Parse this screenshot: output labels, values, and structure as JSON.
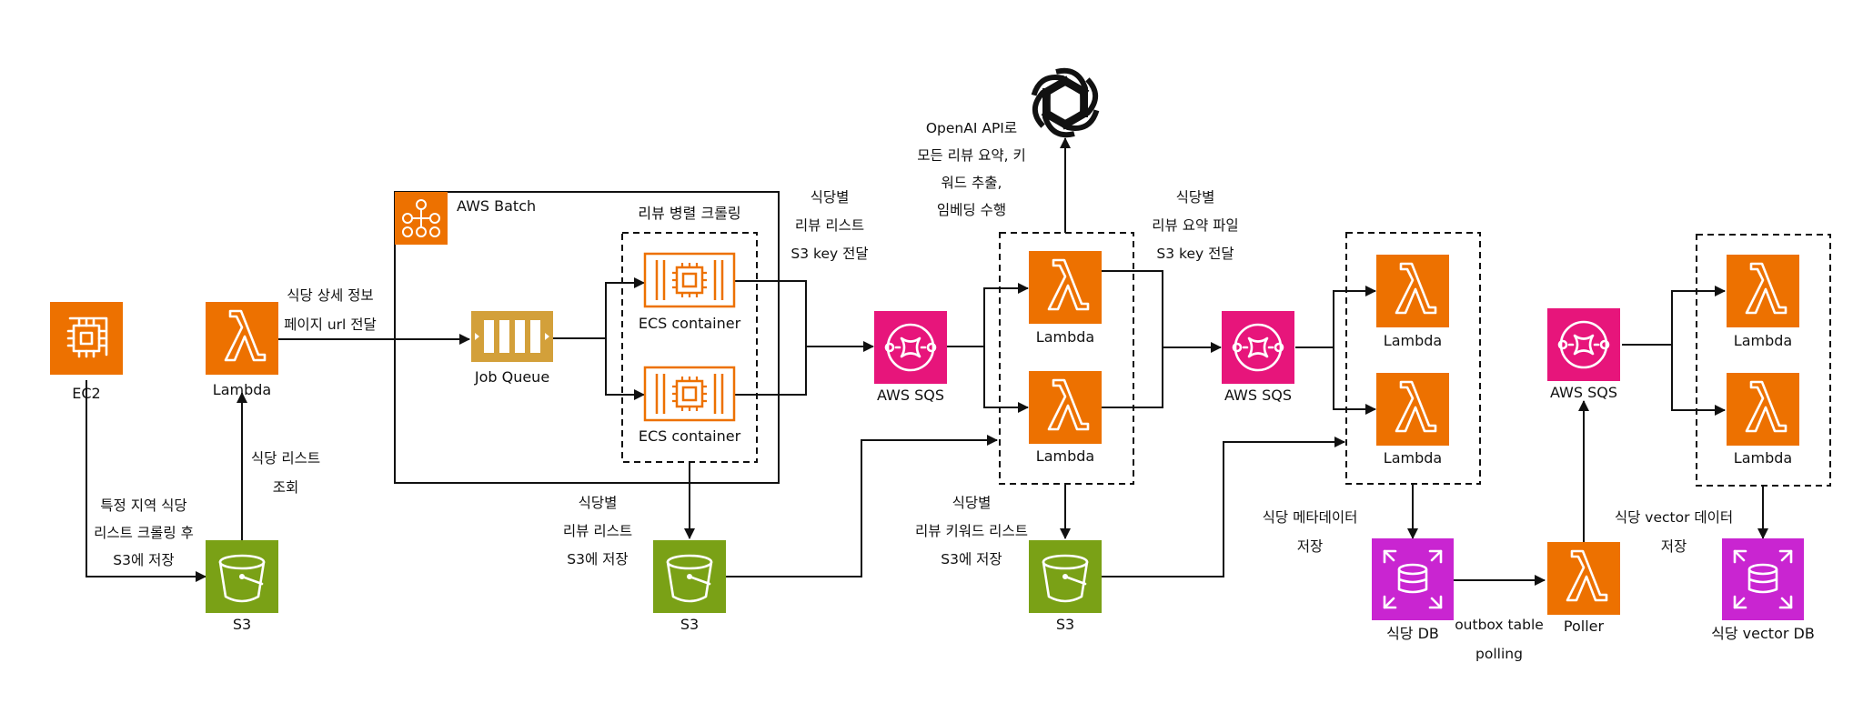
{
  "nodes": {
    "ec2": "EC2",
    "lambda_1": "Lambda",
    "s3_1": "S3",
    "job_queue": "Job Queue",
    "ecs_1": "ECS container",
    "ecs_2": "ECS container",
    "s3_2": "S3",
    "sqs_1": "AWS SQS",
    "lambda_2a": "Lambda",
    "lambda_2b": "Lambda",
    "s3_3": "S3",
    "sqs_2": "AWS SQS",
    "lambda_3a": "Lambda",
    "lambda_3b": "Lambda",
    "db": "식당 DB",
    "poller": "Poller",
    "sqs_3": "AWS SQS",
    "lambda_4a": "Lambda",
    "lambda_4b": "Lambda",
    "vector_db": "식당 vector DB"
  },
  "groups": {
    "aws_batch": "AWS Batch",
    "crawl_group": "리뷰 병렬 크롤링"
  },
  "annotations": {
    "ec2_to_s3": [
      "특정 지역 식당",
      "리스트 크롤링 후",
      "S3에 저장"
    ],
    "s3_to_lambda": [
      "식당 리스트",
      "조회"
    ],
    "lambda_to_queue": [
      "식당 상세 정보",
      "페이지 url 전달"
    ],
    "ecs_to_sqs": [
      "식당별",
      "리뷰 리스트",
      "S3 key 전달"
    ],
    "batch_to_s3": [
      "식당별",
      "리뷰 리스트",
      "S3에 저장"
    ],
    "openai": [
      "OpenAI API로",
      "모든 리뷰 요약, 키",
      "워드 추출,",
      "임베딩 수행"
    ],
    "lambda_to_s3_3": [
      "식당별",
      "리뷰 키워드 리스트",
      "S3에 저장"
    ],
    "lambda_to_sqs_2": [
      "식당별",
      "리뷰 요약 파일",
      "S3 key 전달"
    ],
    "meta": [
      "식당 메타데이터",
      "저장"
    ],
    "outbox": [
      "outbox table",
      "polling"
    ],
    "vector_meta": [
      "식당 vector 데이터",
      "저장"
    ]
  },
  "icons": [
    "ec2-icon",
    "lambda-icon",
    "s3-bucket-icon",
    "sqs-icon",
    "batch-icon",
    "job-queue-icon",
    "ecs-container-icon",
    "database-icon",
    "openai-logo-icon"
  ],
  "colors": {
    "compute_orange": "#ED7100",
    "storage_green": "#7AA116",
    "queue_pink": "#E7157B",
    "database_purple": "#C925D1",
    "job_queue_gold": "#D3A03A"
  }
}
